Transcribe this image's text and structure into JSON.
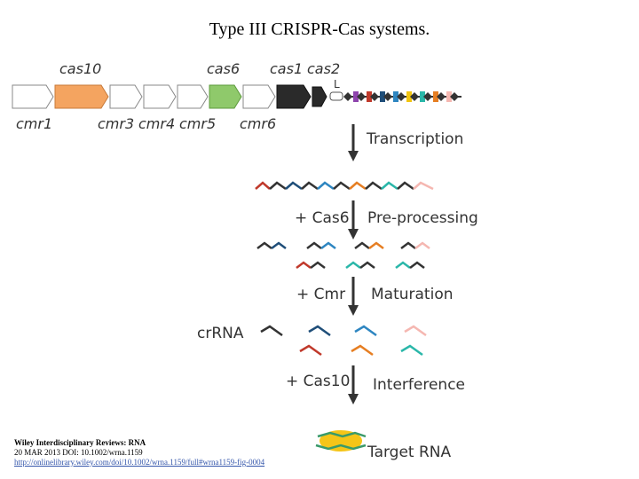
{
  "title": "Type III CRISPR-Cas systems.",
  "genes_top": [
    "cas10",
    "cas6",
    "cas1",
    "cas2"
  ],
  "genes_bottom": [
    "cmr1",
    "cmr3",
    "cmr4",
    "cmr5",
    "cmr6"
  ],
  "leader_label": "L",
  "steps": {
    "transcription": "Transcription",
    "preprocessing": "Pre-processing",
    "maturation": "Maturation",
    "interference": "Interference",
    "target": "Target RNA"
  },
  "reagents": {
    "cas6": "+ Cas6",
    "cmr": "+ Cmr",
    "cas10": "+ Cas10"
  },
  "crrna_label": "crRNA",
  "citation": {
    "line1": "Wiley Interdisciplinary Reviews: RNA",
    "line2": "20 MAR 2013 DOI: 10.1002/wrna.1159",
    "line3": "http://onlinelibrary.wiley.com/doi/10.1002/wrna.1159/full#wrna1159-fig-0004"
  },
  "colors": {
    "cas10": "#f4a460",
    "cas6": "#8fc96b",
    "cas1_cas2": "#2a2a2a",
    "gene_default": "#ffffff",
    "arrow": "#333333",
    "target_rna": "#f5c518",
    "target_crrna": "#3a9a6a",
    "spacers": [
      "#c0392b",
      "#1f4e79",
      "#2e86c1",
      "#e67e22",
      "#2ab7a9",
      "#f1c4c4",
      "#2c3e50",
      "#8e44ad",
      "#27ae60",
      "#f39c12",
      "#e74c3c"
    ]
  }
}
